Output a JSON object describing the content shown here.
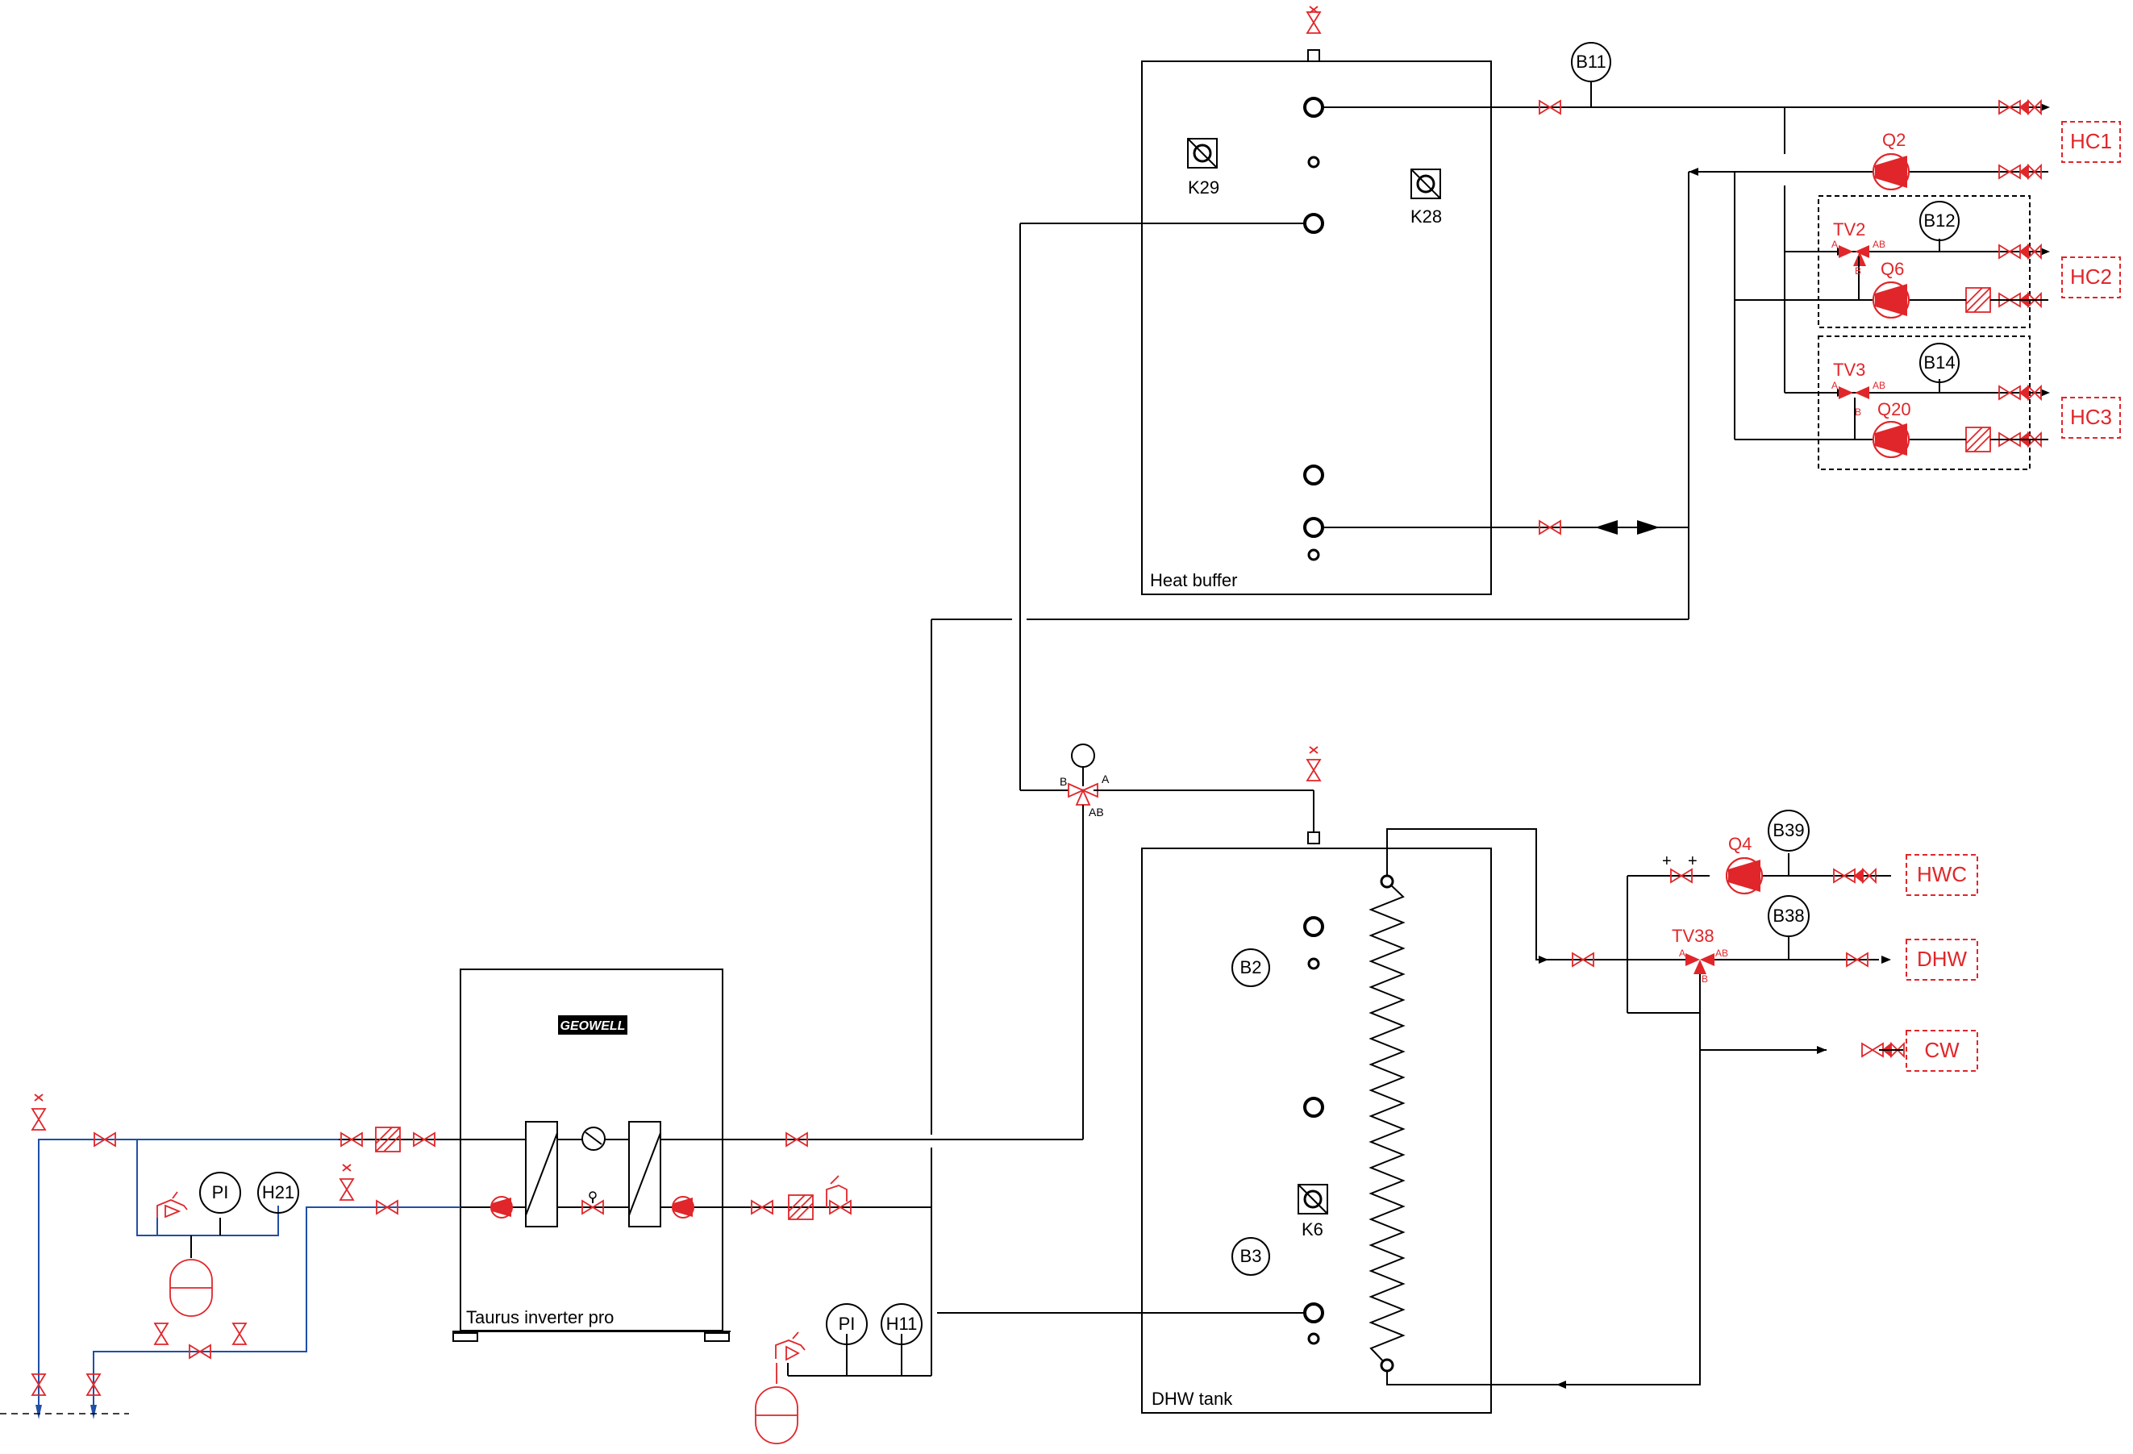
{
  "components": {
    "heat_buffer": "Heat buffer",
    "dhw_tank": "DHW tank",
    "heat_pump": "Taurus inverter pro",
    "brand_logo": "GEOWELL"
  },
  "sensors": {
    "B11": "B11",
    "B12": "B12",
    "B14": "B14",
    "B39": "B39",
    "B38": "B38",
    "B2": "B2",
    "B3": "B3",
    "K29": "K29",
    "K28": "K28",
    "K6": "K6",
    "PI_1": "PI",
    "PI_2": "PI",
    "H21": "H21",
    "H11": "H11"
  },
  "pumps": {
    "Q2": "Q2",
    "Q6": "Q6",
    "Q20": "Q20",
    "Q4": "Q4"
  },
  "valves": {
    "TV2": "TV2",
    "TV3": "TV3",
    "TV38": "TV38"
  },
  "valve_ports": {
    "A": "A",
    "B": "B",
    "AB": "AB"
  },
  "outputs": {
    "HC1": "HC1",
    "HC2": "HC2",
    "HC3": "HC3",
    "HWC": "HWC",
    "DHW": "DHW",
    "CW": "CW"
  },
  "colors": {
    "line": "#000000",
    "accent": "#e0262a",
    "water_supply": "#1f4fa8"
  }
}
